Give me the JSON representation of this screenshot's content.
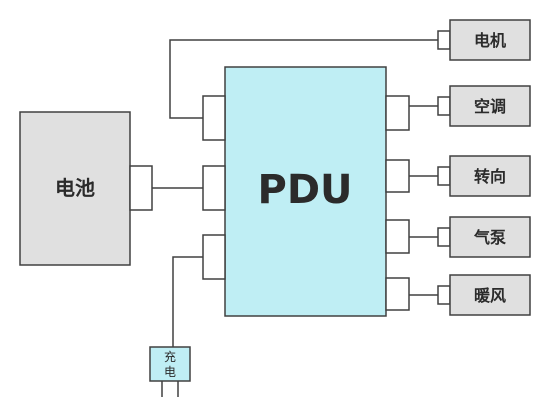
{
  "nodes": {
    "pdu": "PDU",
    "battery": "电池",
    "charger_line1": "充",
    "charger_line2": "电",
    "motor": "电机",
    "ac": "空调",
    "steering": "转向",
    "air_pump": "气泵",
    "heater": "暖风"
  },
  "colors": {
    "pdu_fill": "#bfeef4",
    "box_fill": "#e0e0e0",
    "charger_fill": "#bfeef4",
    "stroke": "#404040"
  }
}
